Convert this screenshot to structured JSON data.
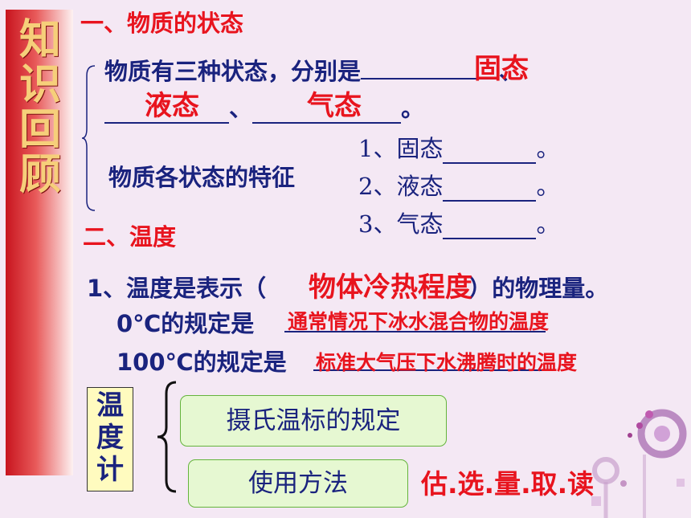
{
  "sidebar": {
    "chars": [
      "知",
      "识",
      "回",
      "顾"
    ]
  },
  "section1": {
    "heading": "一、物质的状态",
    "line1_prefix": "物质有三种状态，分别是",
    "answer_solid": "固态",
    "comma1": "、",
    "answer_liquid": "液态",
    "comma2": "、",
    "answer_gas": "气态",
    "period1": "。",
    "features_label": "物质各状态的特征",
    "features": [
      {
        "label": "1、固态",
        "end": "。"
      },
      {
        "label": "2、液态",
        "end": "。"
      },
      {
        "label": "3、气态",
        "end": "。"
      }
    ]
  },
  "section2": {
    "heading": "二、温度",
    "line1_prefix": "1、温度是表示（",
    "line1_answer": "物体冷热程度",
    "line1_suffix": "）的物理量。",
    "line2_prefix": "0℃的规定是",
    "line2_answer": "通常情况下冰水混合物的温度",
    "line3_prefix": "100℃的规定是",
    "line3_answer": "标准大气压下水沸腾时的温度"
  },
  "thermometer": {
    "label_chars": [
      "温",
      "度",
      "计"
    ],
    "item1": "摄氏温标的规定",
    "item2": "使用方法",
    "steps": "估.选.量.取.读"
  }
}
